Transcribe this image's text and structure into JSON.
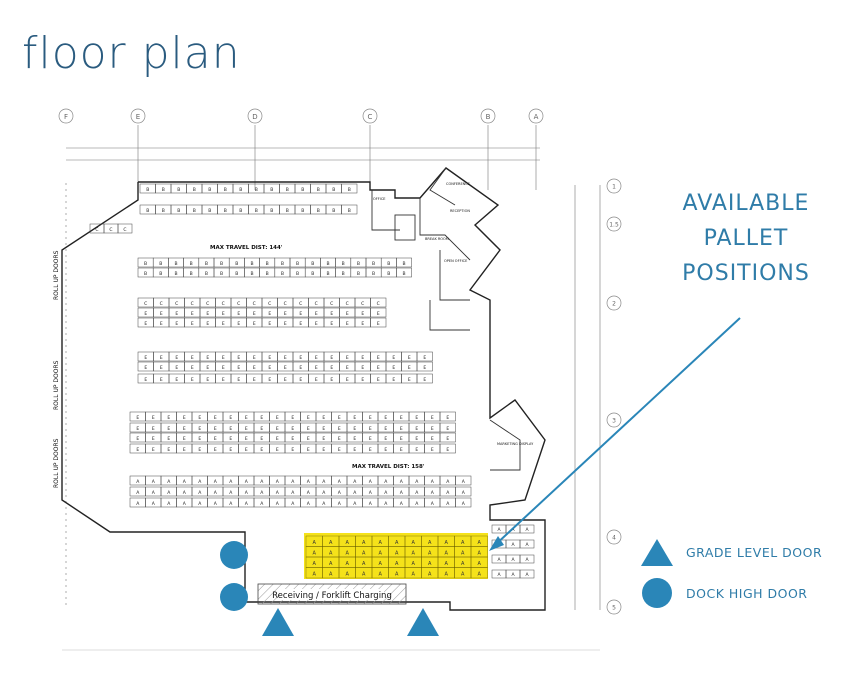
{
  "title": "floor plan",
  "callout": {
    "lines": [
      "AVAILABLE",
      "PALLET",
      "POSITIONS"
    ]
  },
  "legend": [
    {
      "label": "GRADE LEVEL DOOR",
      "symbol": "triangle",
      "color": "#2a86b8"
    },
    {
      "label": "DOCK HIGH DOOR",
      "symbol": "circle",
      "color": "#2a86b8"
    }
  ],
  "colors": {
    "accent": "#2a86b8",
    "title": "#2a5b7f",
    "highlight": "#f5e21a"
  },
  "plan": {
    "column_grid": [
      "F",
      "E",
      "D",
      "C",
      "B",
      "A"
    ],
    "row_grid": [
      "1",
      "1.5",
      "2",
      "3",
      "4",
      "5"
    ],
    "side_labels": [
      "ROLL UP DOORS",
      "ROLL UP DOORS",
      "ROLL UP DOORS"
    ],
    "travel_labels": [
      "MAX TRAVEL DIST: 144'",
      "MAX TRAVEL DIST: 158'"
    ],
    "charging_label": "Receiving / Forklift Charging",
    "room_labels": [
      "CONFERENCE",
      "RECEPTION",
      "OFFICE",
      "BREAK ROOM",
      "OPEN OFFICE",
      "MARKETING DISPLAY"
    ],
    "rack_letters": {
      "row_b": "B",
      "row_c": "C",
      "row_e": "E",
      "row_a": "A"
    }
  }
}
